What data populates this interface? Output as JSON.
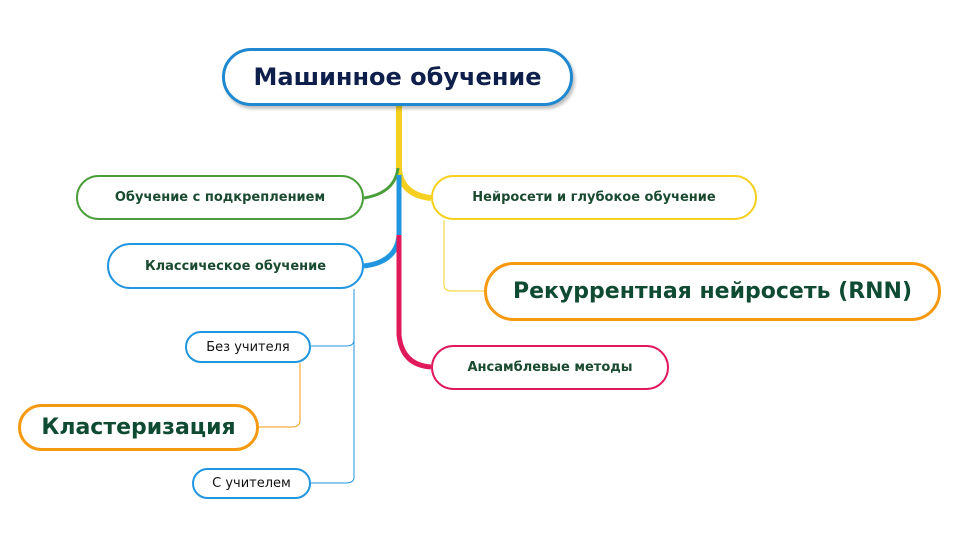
{
  "root": {
    "label": "Машинное обучение",
    "color": "#1e88d0"
  },
  "branches": {
    "reinforcement": {
      "label": "Обучение с подкреплением",
      "color": "#4a9e3a"
    },
    "classical": {
      "label": "Классическое обучение",
      "color": "#2196e0"
    },
    "neural": {
      "label": "Нейросети и глубокое обучение",
      "color": "#f5d020"
    },
    "ensemble": {
      "label": "Ансамблевые методы",
      "color": "#e0195a"
    }
  },
  "sub": {
    "unsupervised": {
      "label": "Без учителя"
    },
    "clustering": {
      "label": "Кластеризация",
      "color": "#f59a10"
    },
    "supervised": {
      "label": "С учителем"
    },
    "rnn": {
      "label": "Рекуррентная нейросеть (RNN)",
      "color": "#f59a10"
    }
  }
}
